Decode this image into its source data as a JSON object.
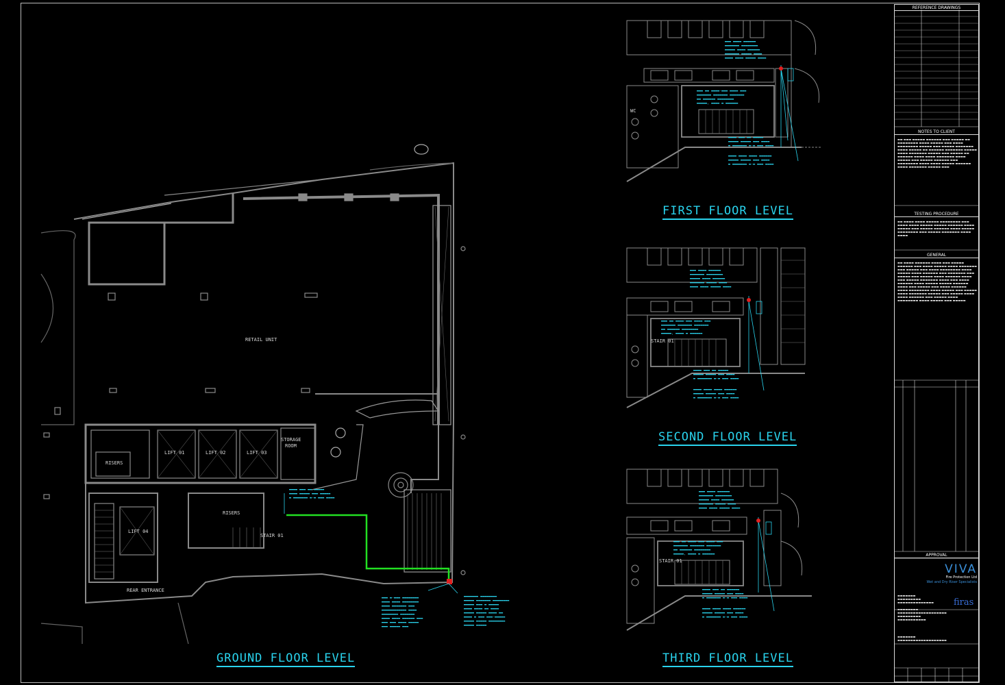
{
  "drawing_titles": {
    "ground": "GROUND FLOOR LEVEL",
    "first": "FIRST FLOOR LEVEL",
    "second": "SECOND FLOOR LEVEL",
    "third": "THIRD FLOOR LEVEL"
  },
  "room_labels": {
    "retail": "RETAIL UNIT",
    "lift01": "LIFT 01",
    "lift02": "LIFT 02",
    "lift03": "LIFT 03",
    "lift04": "LIFT 04",
    "risers_a": "RISERS",
    "risers_b": "RISERS",
    "storage": "STORAGE",
    "storage2": "ROOM",
    "stair": "STAIR 01",
    "rear": "REAR ENTRANCE",
    "stair_upper_2": "STAIR 01",
    "stair_upper_3": "STAIR 01",
    "wc": "WC"
  },
  "title_block": {
    "reference": "REFERENCE DRAWINGS",
    "notes": "NOTES TO CLIENT",
    "testing": "TESTING PROCEDURE",
    "general": "GENERAL",
    "approval": "APPROVAL"
  },
  "company": {
    "name": "VIVA",
    "line1": "Fire Protection Ltd",
    "line2": "Wet and Dry Riser Specialists",
    "partner": "firas"
  },
  "colors": {
    "background": "#000000",
    "walls": "#8a8a8a",
    "annotation": "#2ad4ee",
    "pipe": "#22e022",
    "marker": "#e02020",
    "brand": "#3a8fd8"
  }
}
